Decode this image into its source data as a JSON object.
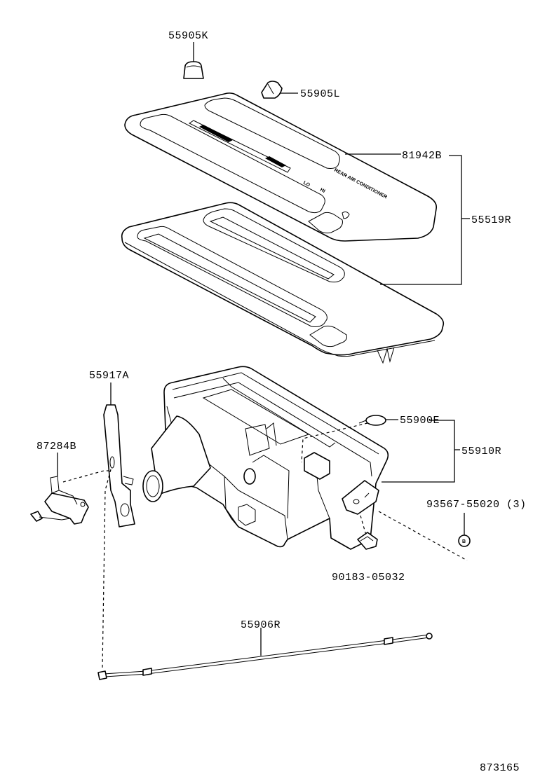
{
  "diagram": {
    "labels": {
      "knob_k": "55905K",
      "knob_l": "55905L",
      "plate": "81942B",
      "panel_assy": "55519R",
      "lever": "55917A",
      "bracket": "87284B",
      "bulb": "55900E",
      "housing_assy": "55910R",
      "screw": "93567-55020 (3)",
      "clip": "90183-05032",
      "cable": "55906R",
      "ref": "873165"
    },
    "plate_text": {
      "rear_ac": "REAR AIR CONDITIONER",
      "lo": "LO",
      "hi": "HI"
    },
    "screw_mark": "B"
  }
}
